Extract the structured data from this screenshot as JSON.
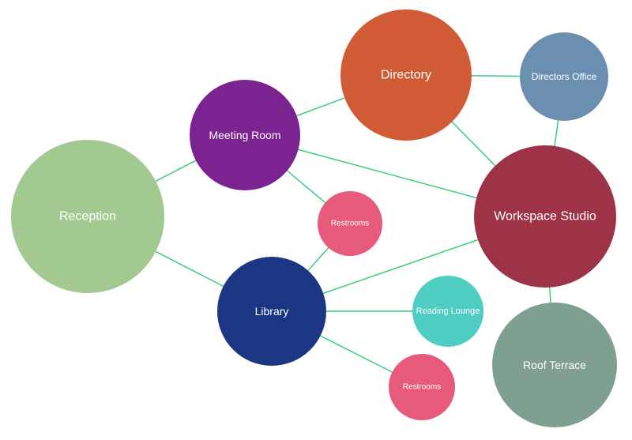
{
  "diagram": {
    "edge_color": "#2ecc71",
    "nodes": [
      {
        "id": "reception",
        "label": "Reception",
        "color": "#a2c990"
      },
      {
        "id": "meeting-room",
        "label": "Meeting Room",
        "color": "#7b2390"
      },
      {
        "id": "directory",
        "label": "Directory",
        "color": "#d05b34"
      },
      {
        "id": "directors-office",
        "label": "Directors Office",
        "color": "#6b8fb0"
      },
      {
        "id": "workspace-studio",
        "label": "Workspace Studio",
        "color": "#9e3347"
      },
      {
        "id": "restrooms-1",
        "label": "Restrooms",
        "color": "#e65a7b"
      },
      {
        "id": "library",
        "label": "Library",
        "color": "#1b3682"
      },
      {
        "id": "reading-lounge",
        "label": "Reading Lounge",
        "color": "#4ecdc0"
      },
      {
        "id": "restrooms-2",
        "label": "Restrooms",
        "color": "#e65a7b"
      },
      {
        "id": "roof-terrace",
        "label": "Roof Terrace",
        "color": "#7f9f91"
      }
    ],
    "edges": [
      [
        "reception",
        "meeting-room"
      ],
      [
        "reception",
        "library"
      ],
      [
        "meeting-room",
        "directory"
      ],
      [
        "meeting-room",
        "workspace-studio"
      ],
      [
        "meeting-room",
        "restrooms-1"
      ],
      [
        "directory",
        "directors-office"
      ],
      [
        "directory",
        "workspace-studio"
      ],
      [
        "directors-office",
        "workspace-studio"
      ],
      [
        "restrooms-1",
        "library"
      ],
      [
        "library",
        "workspace-studio"
      ],
      [
        "library",
        "reading-lounge"
      ],
      [
        "library",
        "restrooms-2"
      ],
      [
        "workspace-studio",
        "roof-terrace"
      ]
    ]
  }
}
